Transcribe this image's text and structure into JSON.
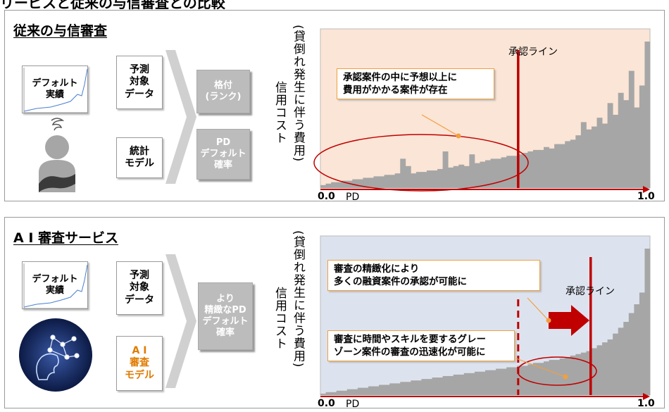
{
  "heading": "リービスと従来の与信審査との比較",
  "colors": {
    "accent": "#c00000",
    "panel1_bg": "#fbe5d6",
    "panel2_bg": "#dde3ee",
    "bars": "#a6a6a6",
    "callout_border": "#f0a040",
    "orange_text": "#e07b00"
  },
  "panel1": {
    "title": "従来の与信審査",
    "chart_box": "デフォルト\n実績",
    "input_box": "予測\n対象\nデータ",
    "model_box": "統計\nモデル",
    "out_box1": "格付\n(ランク)",
    "out_box2": "PD\nデフォルト\n確率",
    "vlabel_outer": "(貸倒れ発生に伴う費用)",
    "vlabel_inner": "信用コスト",
    "approval_label": "承認ライン",
    "callout": "承認案件の中に予想以上に\n費用がかかる案件が存在",
    "x_min": "0.0",
    "x_max": "1.0",
    "x_label": "PD"
  },
  "panel2": {
    "title": "A I 審査サービス",
    "chart_box": "デフォルト\n実績",
    "input_box": "予測\n対象\nデータ",
    "model_box": "A I\n審査\nモデル",
    "out_box": "より\n精緻なPD\nデフォルト\n確率",
    "vlabel_outer": "(貸倒れ発生に伴う費用)",
    "vlabel_inner": "信用コスト",
    "approval_label": "承認ライン",
    "callout1": "審査の精緻化により\n多くの融資案件の承認が可能に",
    "callout2": "審査に時間やスキルを要するグレー\nゾーン案件の審査の迅速化が可能に",
    "x_min": "0.0",
    "x_max": "1.0",
    "x_label": "PD"
  },
  "chart_data": [
    {
      "type": "bar",
      "x_range": [
        0.0,
        1.0
      ],
      "values": [
        2,
        3,
        4,
        4,
        5,
        5,
        6,
        6,
        7,
        7,
        8,
        8,
        9,
        9,
        10,
        20,
        15,
        10,
        11,
        11,
        12,
        12,
        13,
        25,
        14,
        15,
        16,
        15,
        23,
        17,
        18,
        19,
        20,
        20,
        21,
        22,
        22,
        23,
        24,
        25,
        26,
        26,
        28,
        27,
        30,
        30,
        32,
        33,
        36,
        45,
        40,
        42,
        48,
        44,
        58,
        50,
        65,
        60,
        80,
        55,
        70,
        100
      ],
      "approval_line_x": 0.6
    },
    {
      "type": "bar",
      "x_range": [
        0.0,
        1.0
      ],
      "values": [
        1,
        2,
        2,
        3,
        3,
        4,
        4,
        5,
        5,
        6,
        6,
        7,
        7,
        8,
        8,
        9,
        9,
        10,
        10,
        11,
        11,
        12,
        12,
        13,
        13,
        14,
        14,
        15,
        15,
        16,
        16,
        17,
        17,
        18,
        18,
        19,
        19,
        20,
        20,
        21,
        22,
        22,
        23,
        24,
        24,
        25,
        26,
        27,
        28,
        29,
        30,
        32,
        34,
        36,
        38,
        42,
        46,
        50,
        56,
        62,
        70,
        100
      ],
      "approval_line_x": 0.82,
      "prev_line_x": 0.6
    }
  ]
}
